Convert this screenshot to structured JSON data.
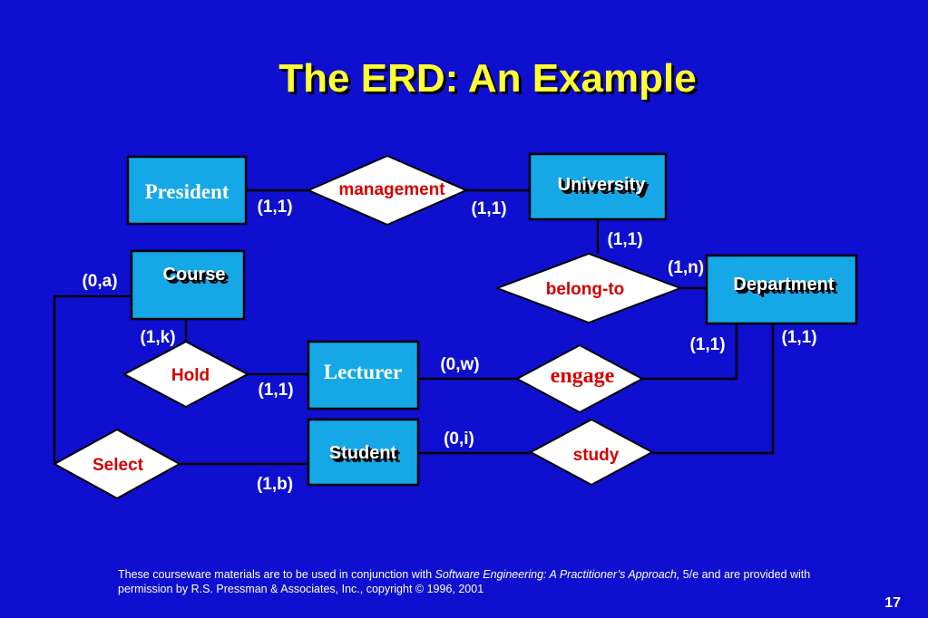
{
  "title": "The ERD: An Example",
  "colors": {
    "background": "#0f0fcf",
    "title": "#ffff33",
    "entity_fill": "#16a8e6",
    "relationship_fill": "#ffffff",
    "relationship_text": "#d40000",
    "line": "#000000"
  },
  "entities": {
    "president": "President",
    "university": "University",
    "course": "Course",
    "department": "Department",
    "lecturer": "Lecturer",
    "student": "Student"
  },
  "relationships": {
    "management": "management",
    "belong_to": "belong-to",
    "hold": "Hold",
    "engage": "engage",
    "select": "Select",
    "study": "study"
  },
  "cardinalities": {
    "president_management": "(1,1)",
    "university_management": "(1,1)",
    "university_belong_to": "(1,1)",
    "department_belong_to": "(1,n)",
    "course_select": "(0,a)",
    "course_hold": "(1,k)",
    "lecturer_hold": "(1,1)",
    "lecturer_engage": "(0,w)",
    "department_engage": "(1,1)",
    "department_study": "(1,1)",
    "student_study": "(0,i)",
    "student_select": "(1,b)"
  },
  "footer": {
    "text_before": "These courseware materials are to be used in conjunction with ",
    "book_title": "Software Engineering: A Practitioner’s Approach,",
    "text_after": " 5/e and are provided with permission by R.S. Pressman & Associates, Inc., copyright © 1996, 2001"
  },
  "page_number": "17"
}
